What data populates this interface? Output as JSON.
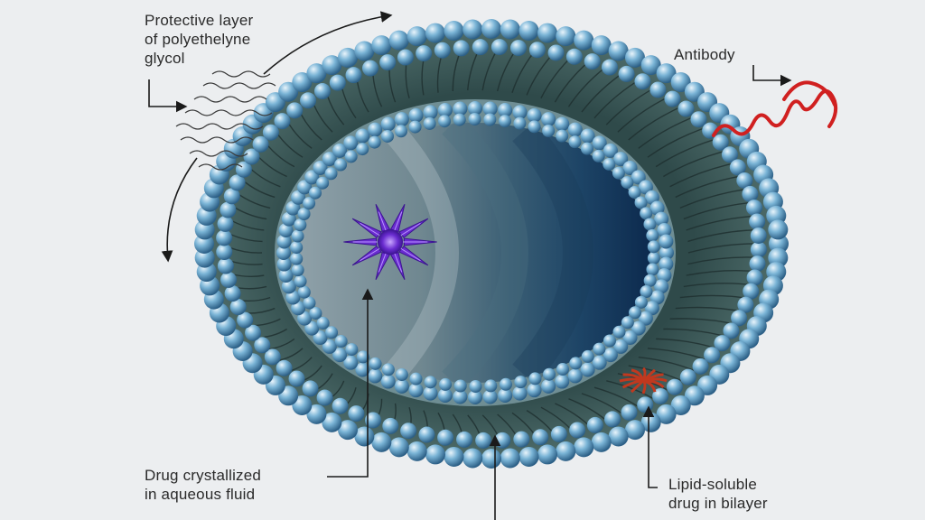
{
  "labels": {
    "protective_layer": [
      "Protective layer",
      "of polyethelyne",
      "glycol"
    ],
    "antibody": "Antibody",
    "drug_crystallized": [
      "Drug crystallized",
      "in aqueous fluid"
    ],
    "lipid_soluble": [
      "Lipid-soluble",
      "drug in bilayer"
    ]
  },
  "colors": {
    "background": "#eceef0",
    "outer_ring": "#3f5f5f",
    "head_sphere": "#6fa8cc",
    "core_dark": "#0f2f55",
    "core_light": "#8a9ea8",
    "drug_crystal": "#6a2cd0",
    "lipid_drug": "#c0391f",
    "antibody": "#d02020",
    "arrow": "#1a1a1a"
  }
}
